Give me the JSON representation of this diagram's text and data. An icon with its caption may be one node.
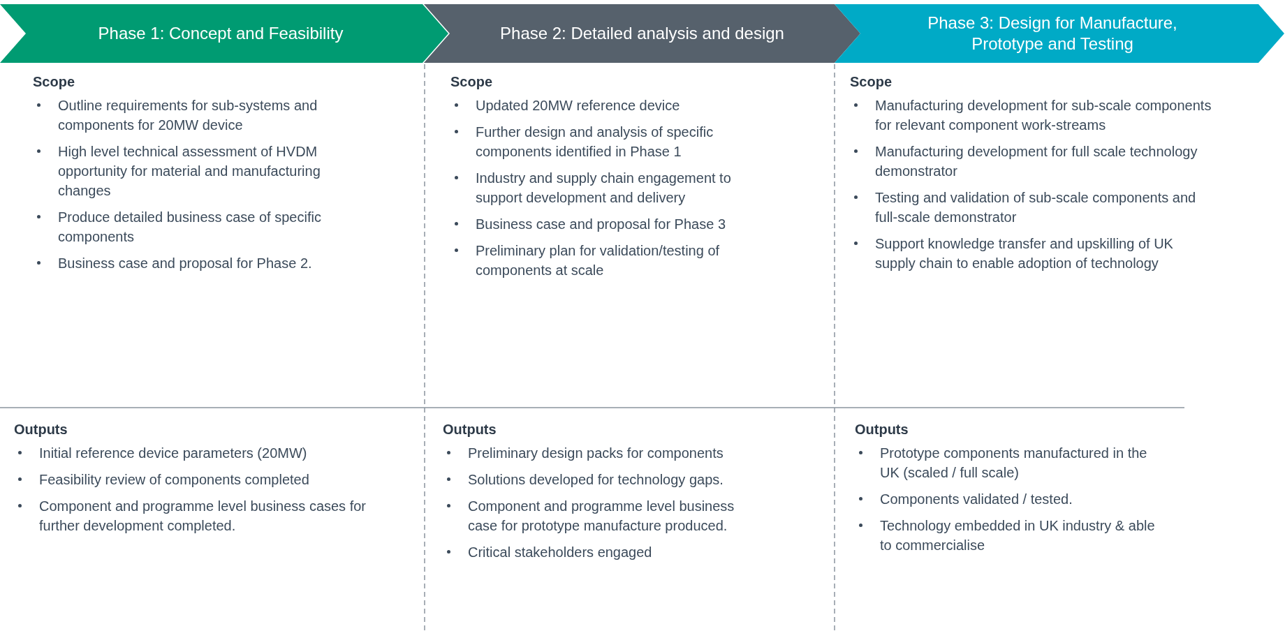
{
  "diagram": {
    "nodes": [
      {
        "text": [
          "Phase 1: Concept and Feasibility"
        ]
      },
      {
        "text": [
          "Phase 2: Detailed analysis and design"
        ]
      },
      {
        "text": [
          "Phase 3: Design for Manufacture, Prototype and Testing"
        ]
      }
    ],
    "labels": [
      "Scope",
      "Outline requirements for sub-systems and components for 20MW device",
      "High level technical assessment of HVDM opportunity for material and manufacturing changes",
      "Produce detailed business case of specific components",
      "Business case and proposal for Phase 2.",
      "Scope",
      "Updated 20MW reference device",
      "Further design and analysis of specific components identified in Phase 1",
      "Industry and supply chain engagement to support development and delivery",
      "Business case and proposal for Phase 3",
      "Preliminary plan for validation/testing of components at scale",
      "Scope",
      "Manufacturing development for sub-scale components for relevant component work-streams",
      "Manufacturing development for full scale technology demonstrator",
      "Testing and validation of sub-scale components and full-scale demonstrator",
      "Support knowledge transfer and upskilling of UK supply chain to enable adoption of technology",
      "Outputs",
      "Initial reference device parameters (20MW)",
      "Feasibility review of components completed",
      "Component and programme level business cases for further development completed.",
      "Outputs",
      "Preliminary design packs for components",
      "Solutions developed for technology gaps.",
      "Component and programme level business case for prototype manufacture produced.",
      "Critical stakeholders engaged",
      "Outputs",
      "Prototype components manufactured  in the UK (scaled / full scale)",
      "Components validated / tested.",
      "Technology embedded in UK industry & able to commercialise"
    ]
  }
}
